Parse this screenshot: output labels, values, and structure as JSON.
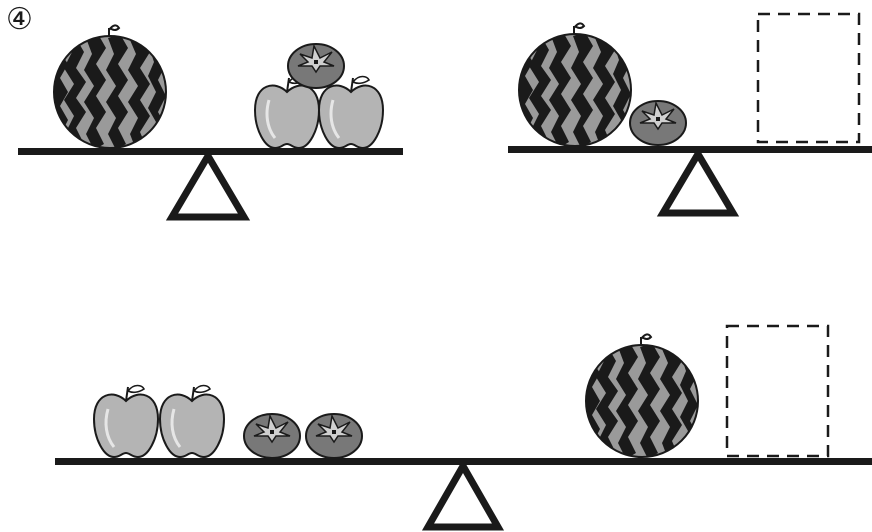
{
  "problem_number": "④",
  "colors": {
    "ink": "#1a1a1a",
    "watermelon_light": "#9a9a9a",
    "watermelon_dark": "#1a1a1a",
    "apple_fill": "#b4b4b4",
    "persimmon_fill": "#787878",
    "dashed_box": "#1a1a1a"
  },
  "scales": [
    {
      "name": "scale-top-left",
      "left_pan": [
        "watermelon"
      ],
      "right_pan": [
        "apple",
        "apple",
        "persimmon"
      ]
    },
    {
      "name": "scale-top-right",
      "left_pan": [
        "watermelon",
        "persimmon"
      ],
      "right_pan": [
        "blank-box"
      ]
    },
    {
      "name": "scale-bottom",
      "left_pan": [
        "apple",
        "apple",
        "persimmon",
        "persimmon"
      ],
      "right_pan": [
        "watermelon",
        "blank-box"
      ]
    }
  ]
}
